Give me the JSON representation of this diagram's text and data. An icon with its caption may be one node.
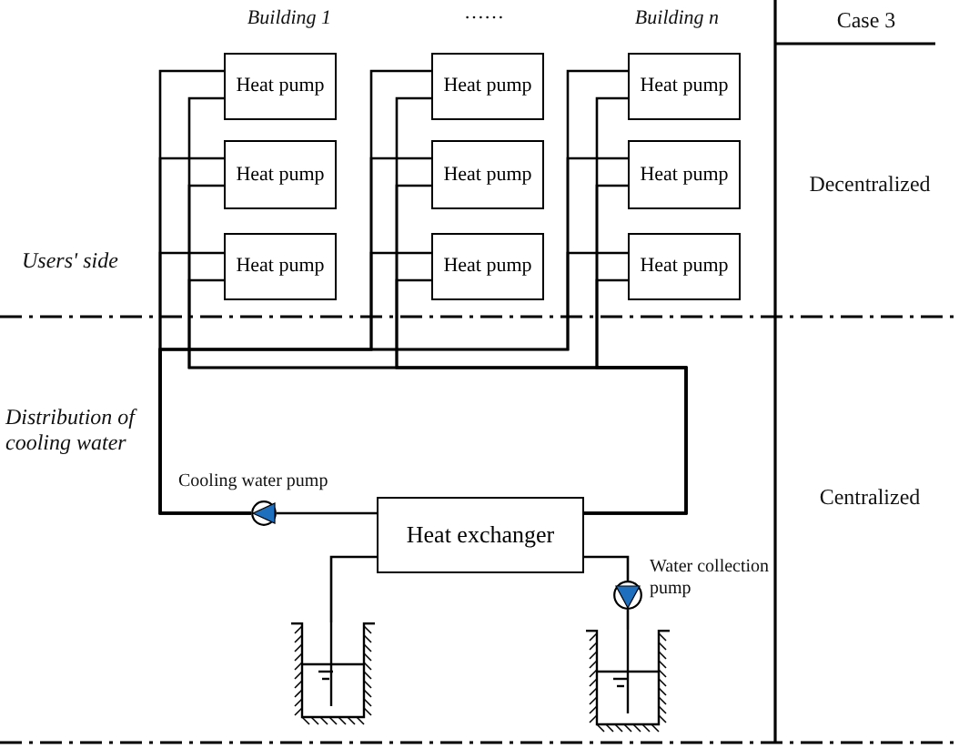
{
  "diagram": {
    "nodes": [
      {
        "text": [
          "Heat pump"
        ]
      },
      {
        "text": [
          "Heat pump"
        ]
      },
      {
        "text": [
          "Heat pump"
        ]
      },
      {
        "text": [
          "Heat pump"
        ]
      },
      {
        "text": [
          "Heat pump"
        ]
      },
      {
        "text": [
          "Heat pump"
        ]
      },
      {
        "text": [
          "Heat pump"
        ]
      },
      {
        "text": [
          "Heat pump"
        ]
      },
      {
        "text": [
          "Heat pump"
        ]
      },
      {
        "text": [],
        "shape": "circle",
        "beside": [
          "Cooling water pump"
        ]
      },
      {
        "text": [
          "Heat exchanger"
        ]
      },
      {
        "text": [],
        "shape": "circle",
        "beside": [
          "Water collection pump"
        ]
      },
      {
        "text": [],
        "shape": "tank"
      },
      {
        "text": [],
        "shape": "tank"
      }
    ],
    "edges": [
      {
        "from": 10,
        "to": 9,
        "arrow": "none"
      },
      {
        "from": 9,
        "to": 0,
        "arrow": "none"
      },
      {
        "from": 9,
        "to": 1,
        "arrow": "none"
      },
      {
        "from": 9,
        "to": 2,
        "arrow": "none"
      },
      {
        "from": 9,
        "to": 3,
        "arrow": "none"
      },
      {
        "from": 9,
        "to": 4,
        "arrow": "none"
      },
      {
        "from": 9,
        "to": 5,
        "arrow": "none"
      },
      {
        "from": 9,
        "to": 6,
        "arrow": "none"
      },
      {
        "from": 9,
        "to": 7,
        "arrow": "none"
      },
      {
        "from": 9,
        "to": 8,
        "arrow": "none"
      },
      {
        "from": 0,
        "to": 10,
        "arrow": "none"
      },
      {
        "from": 1,
        "to": 10,
        "arrow": "none"
      },
      {
        "from": 2,
        "to": 10,
        "arrow": "none"
      },
      {
        "from": 3,
        "to": 10,
        "arrow": "none"
      },
      {
        "from": 4,
        "to": 10,
        "arrow": "none"
      },
      {
        "from": 5,
        "to": 10,
        "arrow": "none"
      },
      {
        "from": 6,
        "to": 10,
        "arrow": "none"
      },
      {
        "from": 7,
        "to": 10,
        "arrow": "none"
      },
      {
        "from": 8,
        "to": 10,
        "arrow": "none"
      },
      {
        "from": 10,
        "to": 12,
        "arrow": "none"
      },
      {
        "from": 10,
        "to": 11,
        "arrow": "none"
      },
      {
        "from": 11,
        "to": 13,
        "arrow": "none"
      }
    ],
    "labels": [
      "Building 1",
      "……",
      "Building n",
      "Case 3",
      "Users' side",
      "Decentralized",
      "Distribution of cooling water",
      "Centralized"
    ]
  }
}
